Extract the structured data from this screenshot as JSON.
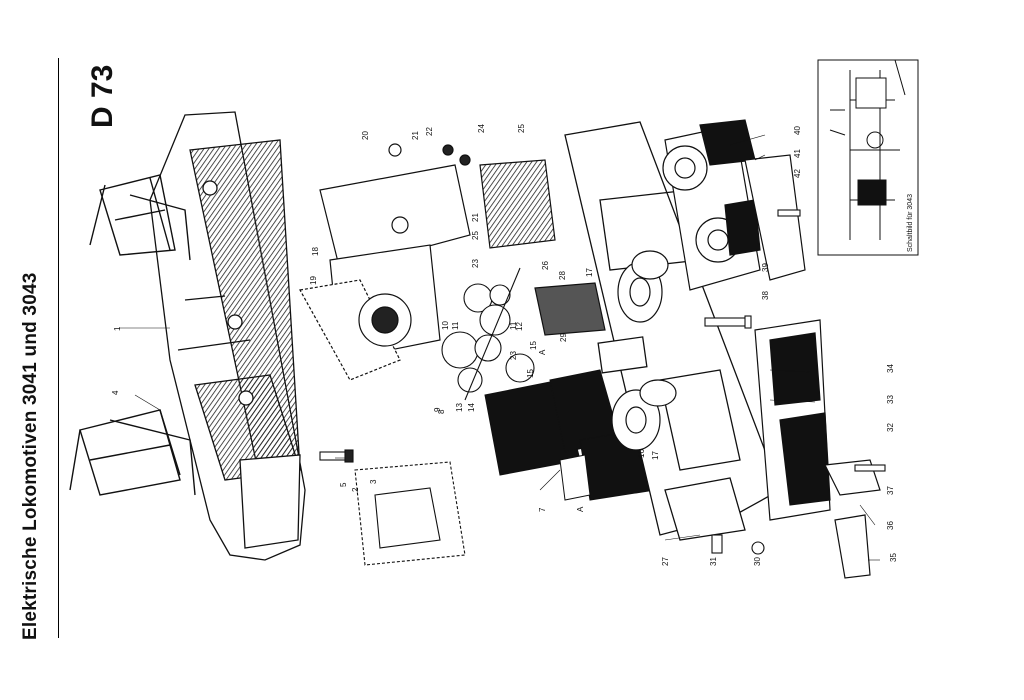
{
  "title": "Elektrische Lokomotiven 3041 und 3043",
  "page_code": "D 73",
  "schematic_caption": "Schaltbild für 3043",
  "part_numbers": [
    "1",
    "2",
    "3",
    "4",
    "5",
    "7",
    "8",
    "9",
    "10",
    "11",
    "11",
    "12",
    "13",
    "14",
    "15",
    "15",
    "16",
    "17",
    "17",
    "18",
    "19",
    "20",
    "21",
    "21",
    "22",
    "23",
    "23",
    "24",
    "25",
    "25",
    "26",
    "27",
    "28",
    "29",
    "30",
    "31",
    "32",
    "33",
    "34",
    "35",
    "36",
    "37",
    "38",
    "39",
    "40",
    "41",
    "42",
    "A",
    "A"
  ]
}
